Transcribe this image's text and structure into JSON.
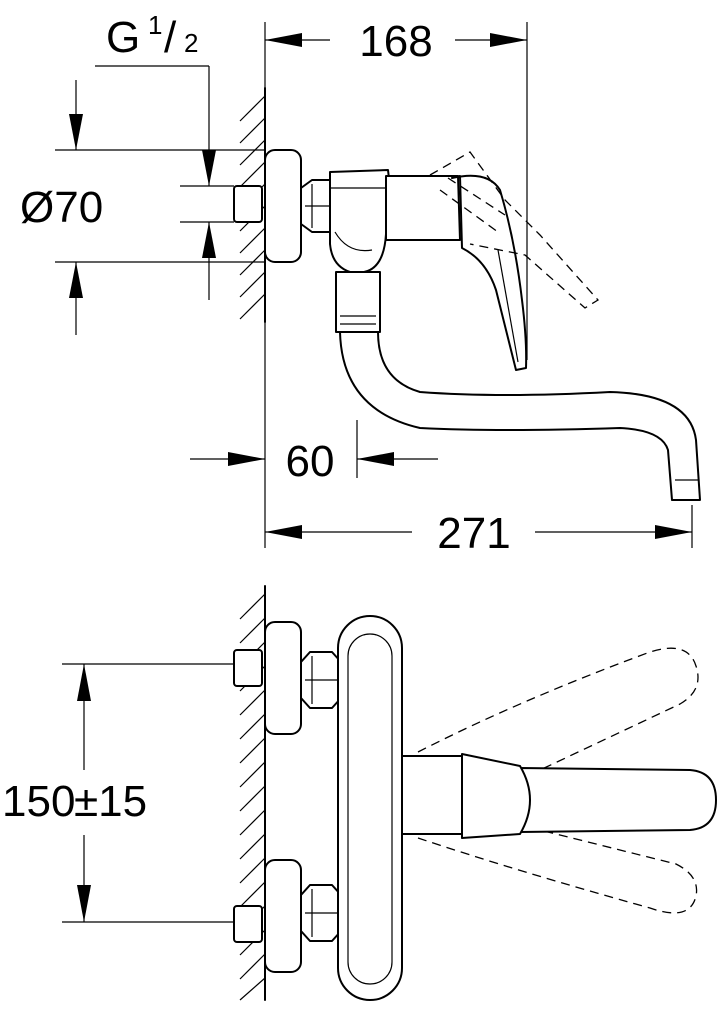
{
  "dimensions": {
    "thread_main": "G",
    "thread_num": "1",
    "thread_slash": "/",
    "thread_den": "2",
    "width_top": "168",
    "diameter": "Ø70",
    "projection": "60",
    "reach": "271",
    "centers_main": "150",
    "centers_tol": "±15"
  }
}
